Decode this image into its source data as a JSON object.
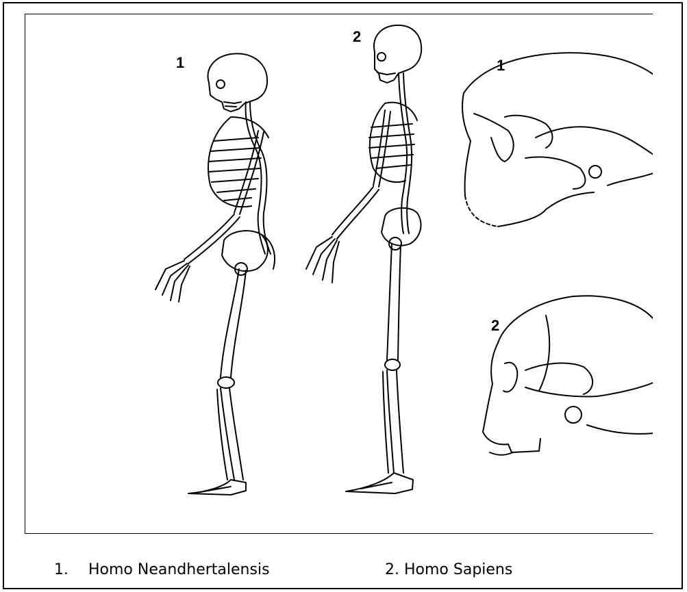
{
  "figure_labels": {
    "skeleton_1": "1",
    "skeleton_2": "2",
    "skull_1": "1",
    "skull_2": "2"
  },
  "captions": {
    "item_1_number": "1.",
    "item_1_text": "Homo Neandhertalensis",
    "item_2": "2. Homo Sapiens"
  }
}
